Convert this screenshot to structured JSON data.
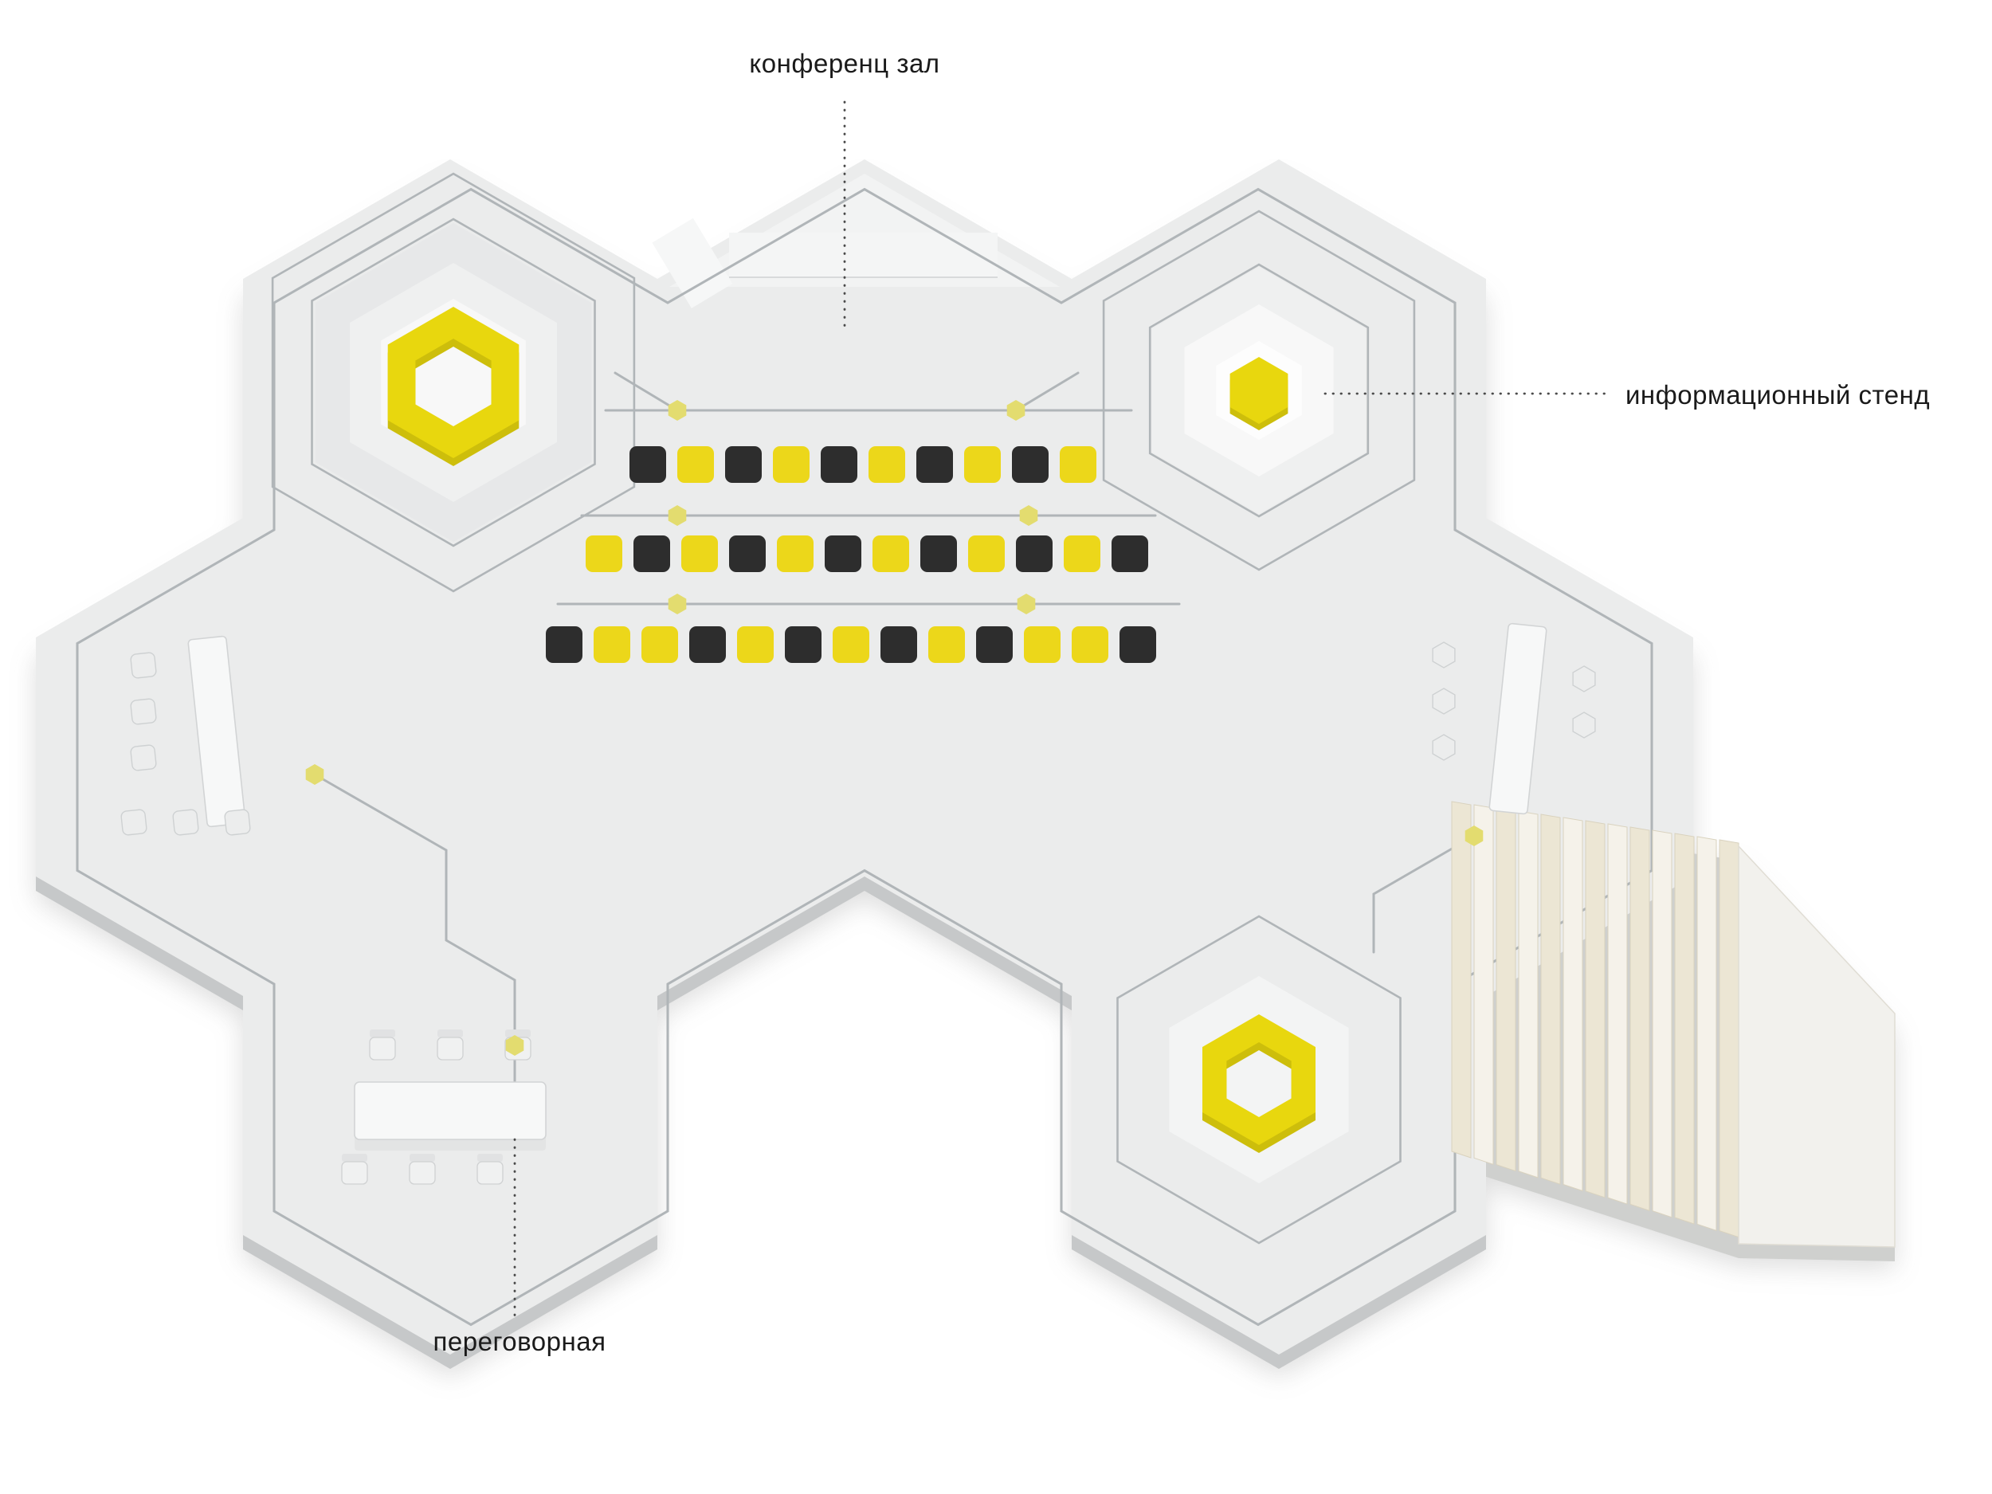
{
  "labels": {
    "conference_hall": "конференц зал",
    "info_stand": "информационный стенд",
    "meeting_room": "переговорная"
  },
  "colors": {
    "background": "#ffffff",
    "floor": "#ebecec",
    "floor_edge": "#c6c8c9",
    "terrace_1": "#e7e8e9",
    "terrace_2": "#eff0f0",
    "terrace_3": "#f8f8f8",
    "line": "#b0b5b8",
    "accent_yellow": "#e8d70e",
    "accent_yellow_dark": "#cdbe0b",
    "chair_dark": "#2d2d2d",
    "chair_yellow": "#ecd71a",
    "node_yellow": "#e3dc6f",
    "stair_light": "#f5f2ea",
    "stair_dark": "#ece6d4",
    "stair_edge": "#d9d2be",
    "furniture": "#f7f8f8",
    "furniture_edge": "#d2d4d5",
    "label_text": "#1a1a1a",
    "leader_line": "#4a4a4a"
  },
  "seating": {
    "rows": [
      {
        "name": "row-1",
        "colors": [
          "dark",
          "yellow",
          "dark",
          "yellow",
          "dark",
          "yellow",
          "dark",
          "yellow",
          "dark",
          "yellow"
        ]
      },
      {
        "name": "row-2",
        "colors": [
          "yellow",
          "dark",
          "yellow",
          "dark",
          "yellow",
          "dark",
          "yellow",
          "dark",
          "yellow",
          "dark",
          "yellow",
          "dark"
        ]
      },
      {
        "name": "row-3",
        "colors": [
          "dark",
          "yellow",
          "yellow",
          "dark",
          "yellow",
          "dark",
          "yellow",
          "dark",
          "yellow",
          "dark",
          "yellow",
          "yellow",
          "dark"
        ]
      }
    ]
  },
  "stairs": {
    "step_count": 13
  }
}
